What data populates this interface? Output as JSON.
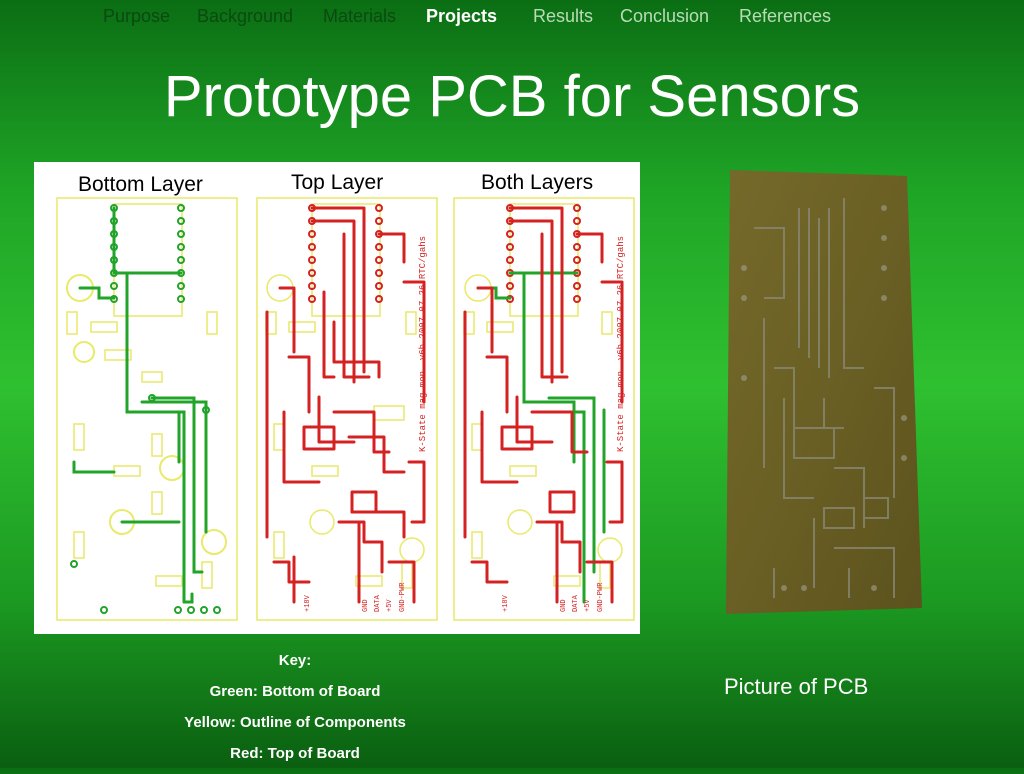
{
  "nav": {
    "items": [
      {
        "label": "Purpose",
        "state": "past"
      },
      {
        "label": "Background",
        "state": "past"
      },
      {
        "label": "Materials",
        "state": "past"
      },
      {
        "label": "Projects",
        "state": "current"
      },
      {
        "label": "Results",
        "state": "future"
      },
      {
        "label": "Conclusion",
        "state": "future"
      },
      {
        "label": "References",
        "state": "future"
      }
    ]
  },
  "title": "Prototype PCB for Sensors",
  "diagram": {
    "panel_titles": [
      "Bottom Layer",
      "Top Layer",
      "Both Layers"
    ],
    "board_text": "K-State mag.mon. v6b 2007.07.26 RTC/gahs",
    "pin_labels": [
      "+18V",
      "GND",
      "DATA",
      "+5V",
      "GND-PWR"
    ]
  },
  "key": {
    "heading": "Key:",
    "lines": [
      "Green: Bottom of Board",
      "Yellow: Outline of Components",
      "Red: Top of Board"
    ]
  },
  "photo_caption": "Picture of PCB",
  "colors": {
    "bottom_trace": "#22a32a",
    "top_trace": "#d42222",
    "outline": "#e9e96a",
    "board": "#6b6025",
    "text_current_nav": "#ffffff"
  }
}
